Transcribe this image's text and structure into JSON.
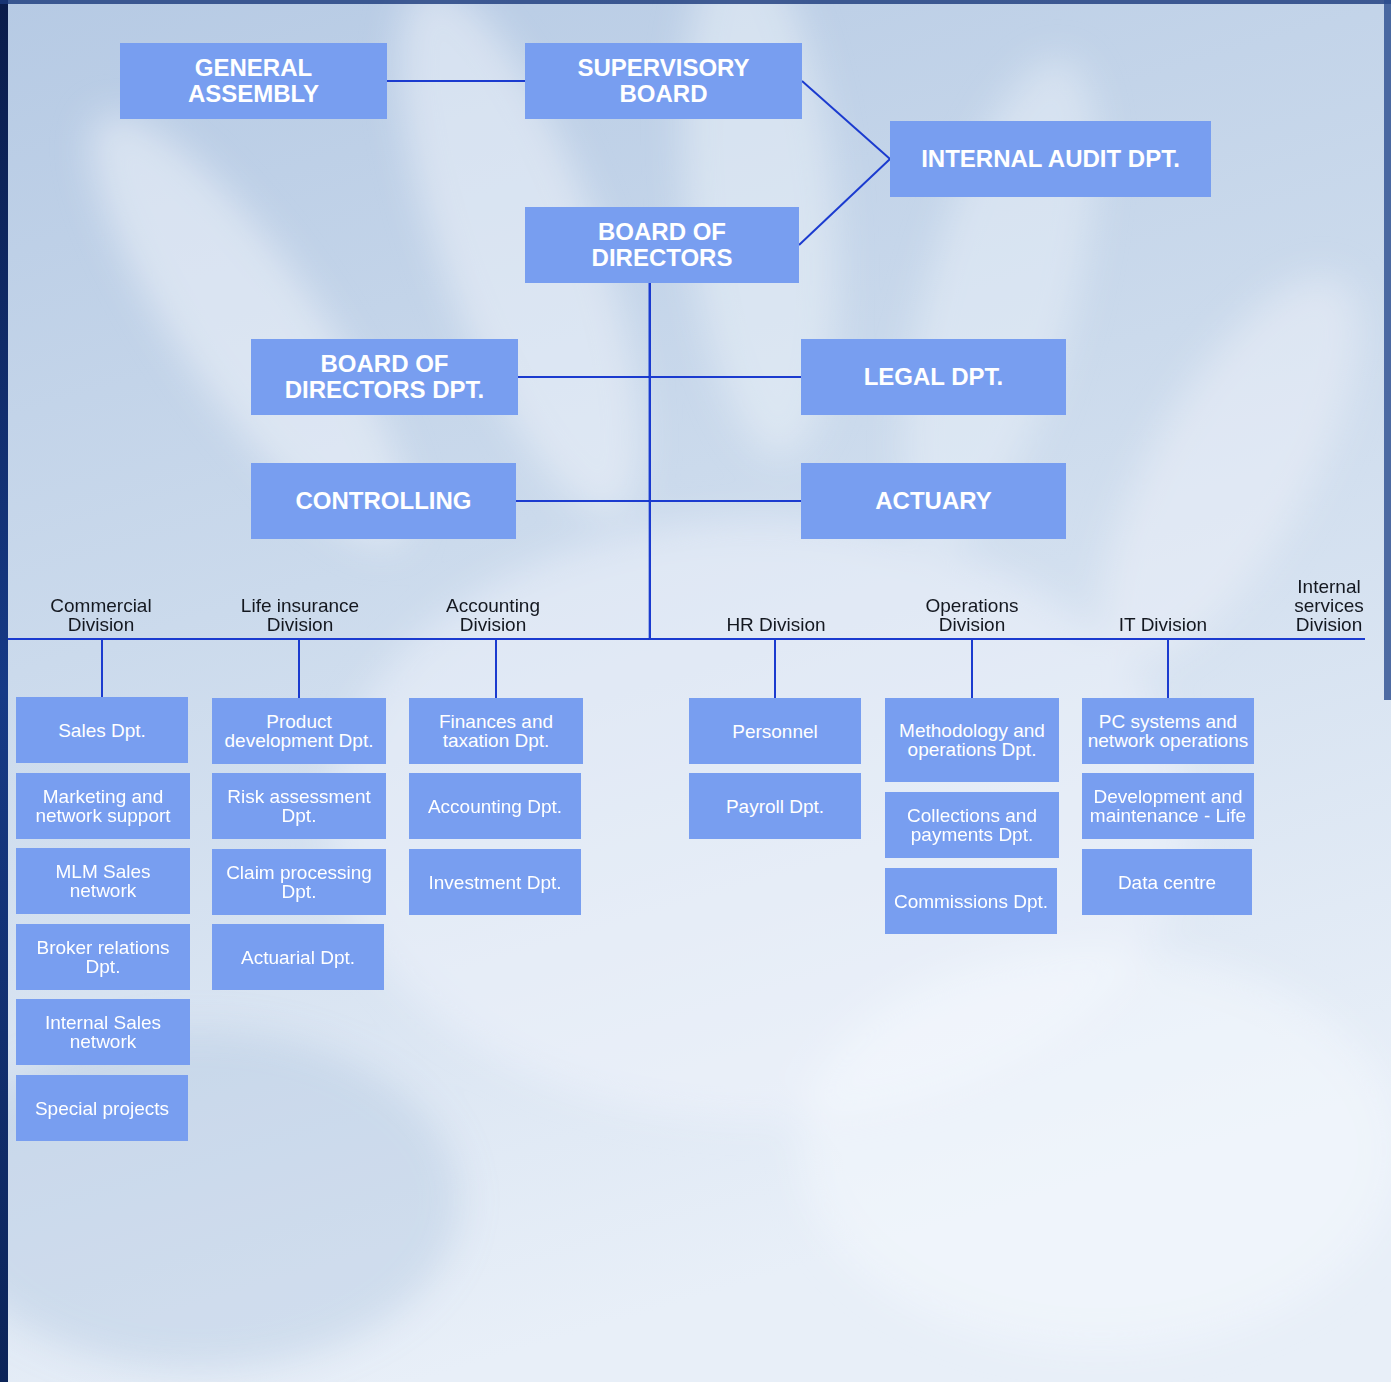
{
  "diagram": {
    "nodes": [
      {
        "text": [
          "GENERAL ASSEMBLY"
        ]
      },
      {
        "text": [
          "SUPERVISORY BOARD"
        ]
      },
      {
        "text": [
          "INTERNAL AUDIT DPT."
        ]
      },
      {
        "text": [
          "BOARD OF DIRECTORS"
        ]
      },
      {
        "text": [
          "BOARD OF DIRECTORS DPT."
        ]
      },
      {
        "text": [
          "LEGAL DPT."
        ]
      },
      {
        "text": [
          "CONTROLLING"
        ]
      },
      {
        "text": [
          "ACTUARY"
        ]
      },
      {
        "text": [
          "Sales Dpt."
        ]
      },
      {
        "text": [
          "Marketing and network support"
        ]
      },
      {
        "text": [
          "MLM Sales network"
        ]
      },
      {
        "text": [
          "Broker relations Dpt."
        ]
      },
      {
        "text": [
          "Internal Sales network"
        ]
      },
      {
        "text": [
          "Special projects"
        ]
      },
      {
        "text": [
          "Product development Dpt."
        ]
      },
      {
        "text": [
          "Risk assessment Dpt."
        ]
      },
      {
        "text": [
          "Claim processing Dpt."
        ]
      },
      {
        "text": [
          "Actuarial Dpt."
        ]
      },
      {
        "text": [
          "Finances and taxation Dpt."
        ]
      },
      {
        "text": [
          "Accounting Dpt."
        ]
      },
      {
        "text": [
          "Investment Dpt."
        ]
      },
      {
        "text": [
          "Personnel"
        ]
      },
      {
        "text": [
          "Payroll Dpt."
        ]
      },
      {
        "text": [
          "Methodology and operations Dpt."
        ]
      },
      {
        "text": [
          "Collections and payments Dpt."
        ]
      },
      {
        "text": [
          "Commissions Dpt."
        ]
      },
      {
        "text": [
          "PC systems and network operations"
        ]
      },
      {
        "text": [
          "Development and maintenance - Life"
        ]
      },
      {
        "text": [
          "Data centre"
        ]
      }
    ],
    "edges": [
      {
        "from": 0,
        "to": 1,
        "arrow": "none"
      },
      {
        "from": 1,
        "to": 2,
        "arrow": "none"
      },
      {
        "from": 3,
        "to": 2,
        "arrow": "none"
      },
      {
        "from": 3,
        "to": 4,
        "arrow": "none"
      },
      {
        "from": 3,
        "to": 5,
        "arrow": "none"
      },
      {
        "from": 3,
        "to": 6,
        "arrow": "none"
      },
      {
        "from": 3,
        "to": 7,
        "arrow": "none"
      },
      {
        "from": 3,
        "to": 8,
        "arrow": "none"
      },
      {
        "from": 3,
        "to": 14,
        "arrow": "none"
      },
      {
        "from": 3,
        "to": 18,
        "arrow": "none"
      },
      {
        "from": 3,
        "to": 21,
        "arrow": "none"
      },
      {
        "from": 3,
        "to": 23,
        "arrow": "none"
      },
      {
        "from": 3,
        "to": 26,
        "arrow": "none"
      }
    ],
    "labels": [
      "Commercial Division",
      "Life insurance Division",
      "Accounting Division",
      "HR Division",
      "Operations Division",
      "IT Division",
      "Internal services Division"
    ]
  }
}
